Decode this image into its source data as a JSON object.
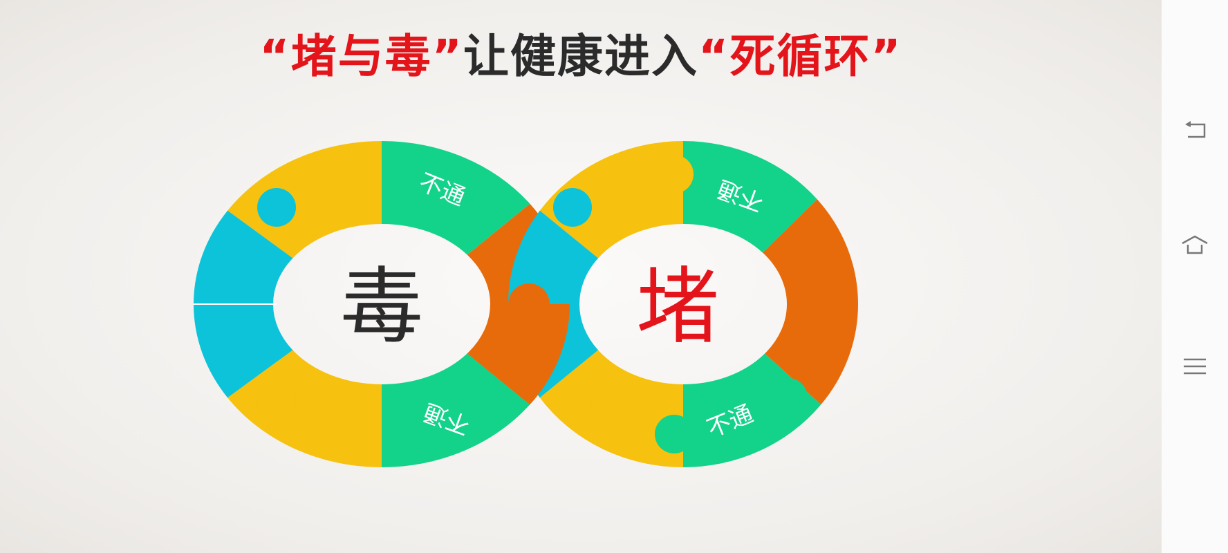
{
  "slide": {
    "title": {
      "quote_open_1": "“",
      "part1_red": "堵与毒",
      "quote_close_1": "”",
      "part2": "让健康进入",
      "quote_open_2": "“",
      "part3_red": "死循环",
      "quote_close_2": "”"
    },
    "left_ring": {
      "center_text": "毒",
      "segment_text_top": "不通",
      "segment_text_bottom": "不通"
    },
    "right_ring": {
      "center_text": "堵",
      "segment_text_top": "不通",
      "segment_text_bottom": "不通"
    },
    "colors": {
      "blue": "#0cc3da",
      "yellow": "#f6c10f",
      "green": "#13d28a",
      "orange": "#e86b0b",
      "title_red": "#e4141b",
      "title_dark": "#2b2b2b"
    }
  },
  "navbar": {
    "icons": [
      "back-icon",
      "home-icon",
      "menu-icon"
    ]
  }
}
